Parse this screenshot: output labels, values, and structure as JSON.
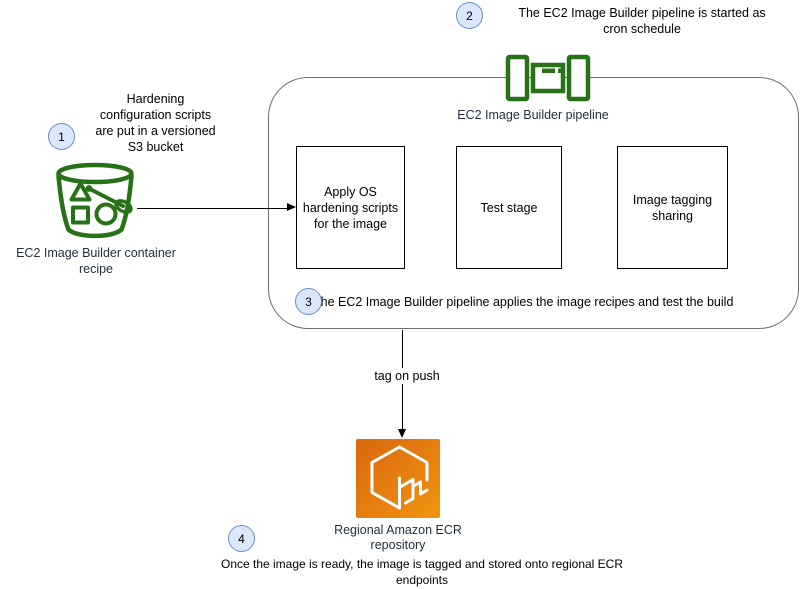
{
  "annotations": {
    "step1": {
      "number": "1",
      "lines": [
        "Hardening",
        "configuration scripts",
        "are put in a versioned",
        "S3 bucket"
      ]
    },
    "step2": {
      "number": "2",
      "lines": [
        "The EC2 Image Builder pipeline is started as",
        "cron schedule"
      ]
    },
    "step3": {
      "number": "3",
      "text": "The EC2 Image Builder pipeline applies the image recipes and test the build"
    },
    "step4": {
      "number": "4",
      "lines": [
        "Once the image is ready, the image is tagged and stored onto regional ECR",
        "endpoints"
      ]
    }
  },
  "nodes": {
    "bucket_recipe": {
      "label": "EC2 Image Builder container recipe",
      "icon": "s3-bucket-icon"
    },
    "pipeline": {
      "label": "EC2 Image Builder pipeline",
      "icon": "ec2-image-builder-pipeline-icon"
    },
    "ecr": {
      "lines": [
        "Regional Amazon ECR",
        "repository"
      ],
      "icon": "amazon-ecr-icon"
    },
    "stages": [
      {
        "label": "Apply OS hardening scripts for the image"
      },
      {
        "label": "Test stage"
      },
      {
        "label": "Image tagging sharing"
      }
    ]
  },
  "edges": {
    "pipeline_to_ecr_label": "tag on push"
  },
  "colors": {
    "aws_green": "#277116",
    "aws_label_navy": "#232F3E",
    "step_circle_fill": "#DAE8FC",
    "step_circle_stroke": "#6C8EBF",
    "ecr_gradient_start": "#D9670F",
    "ecr_gradient_end": "#F19410"
  }
}
